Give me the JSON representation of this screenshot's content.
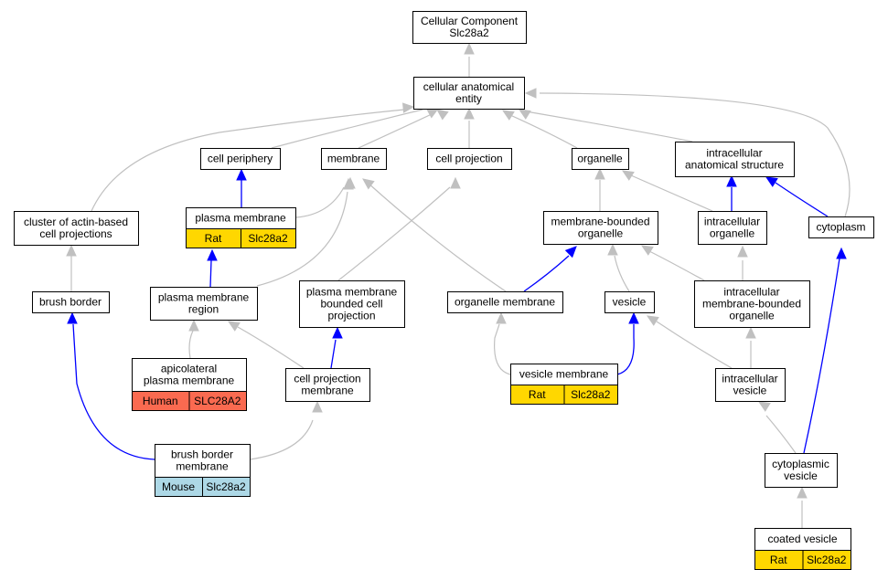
{
  "colors": {
    "edge_is_a": "#c0c0c0",
    "edge_part_of": "#0000ff",
    "species_rat": "#ffd700",
    "species_human": "#fa6a50",
    "species_mouse": "#add8e6"
  },
  "nodes": {
    "root": [
      "Cellular Component",
      "Slc28a2"
    ],
    "cae": [
      "cellular anatomical",
      "entity"
    ],
    "periphery": [
      "cell periphery"
    ],
    "membrane": [
      "membrane"
    ],
    "projection": [
      "cell projection"
    ],
    "organelle": [
      "organelle"
    ],
    "ias": [
      "intracellular",
      "anatomical structure"
    ],
    "actin": [
      "cluster of actin-based",
      "cell projections"
    ],
    "pm": [
      "plasma membrane"
    ],
    "mbo": [
      "membrane-bounded",
      "organelle"
    ],
    "io": [
      "intracellular",
      "organelle"
    ],
    "cytoplasm": [
      "cytoplasm"
    ],
    "brush": [
      "brush border"
    ],
    "pmr": [
      "plasma membrane",
      "region"
    ],
    "pmbcp": [
      "plasma membrane",
      "bounded cell",
      "projection"
    ],
    "om": [
      "organelle membrane"
    ],
    "vesicle": [
      "vesicle"
    ],
    "imbo": [
      "intracellular",
      "membrane-bounded",
      "organelle"
    ],
    "apm": [
      "apicolateral",
      "plasma membrane"
    ],
    "cpm": [
      "cell projection",
      "membrane"
    ],
    "vm": [
      "vesicle membrane"
    ],
    "iv": [
      "intracellular",
      "vesicle"
    ],
    "bbm": [
      "brush border",
      "membrane"
    ],
    "cv": [
      "cytoplasmic",
      "vesicle"
    ],
    "coated": [
      "coated vesicle"
    ]
  },
  "annotations": {
    "pm": [
      "Rat",
      "Slc28a2"
    ],
    "apm": [
      "Human",
      "SLC28A2"
    ],
    "vm": [
      "Rat",
      "Slc28a2"
    ],
    "bbm": [
      "Mouse",
      "Slc28a2"
    ],
    "coated": [
      "Rat",
      "Slc28a2"
    ]
  }
}
